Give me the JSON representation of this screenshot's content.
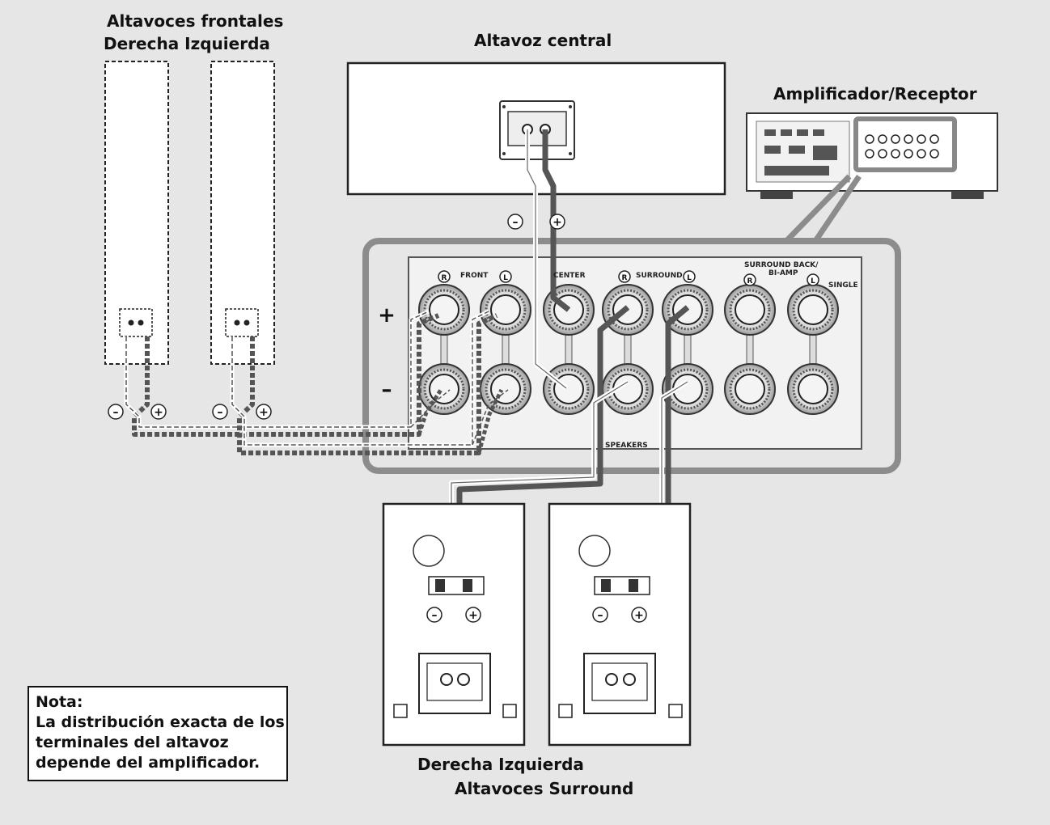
{
  "labels": {
    "front_speakers_title": "Altavoces frontales",
    "front_speakers_sides": "Derecha Izquierda",
    "center_speaker": "Altavoz central",
    "amplifier": "Amplificador/Receptor",
    "surround_sides": "Derecha Izquierda",
    "surround_speakers": "Altavoces Surround"
  },
  "panel": {
    "front": "FRONT",
    "center": "CENTER",
    "surround": "SURROUND",
    "surround_back": "SURROUND BACK/",
    "bi_amp": "BI-AMP",
    "single": "SINGLE",
    "speakers": "SPEAKERS",
    "r": "R",
    "l": "L",
    "plus": "+",
    "minus": "–"
  },
  "polarity": {
    "minus": "–",
    "plus": "+"
  },
  "note": {
    "title": "Nota:",
    "line1": "La distribución exacta de los",
    "line2": "terminales del altavoz",
    "line3": "depende del amplificador."
  },
  "colors": {
    "background": "#e6e6e6",
    "panel_border": "#8c8c8c",
    "wire_dark": "#555555",
    "wire_light": "#ffffff"
  }
}
